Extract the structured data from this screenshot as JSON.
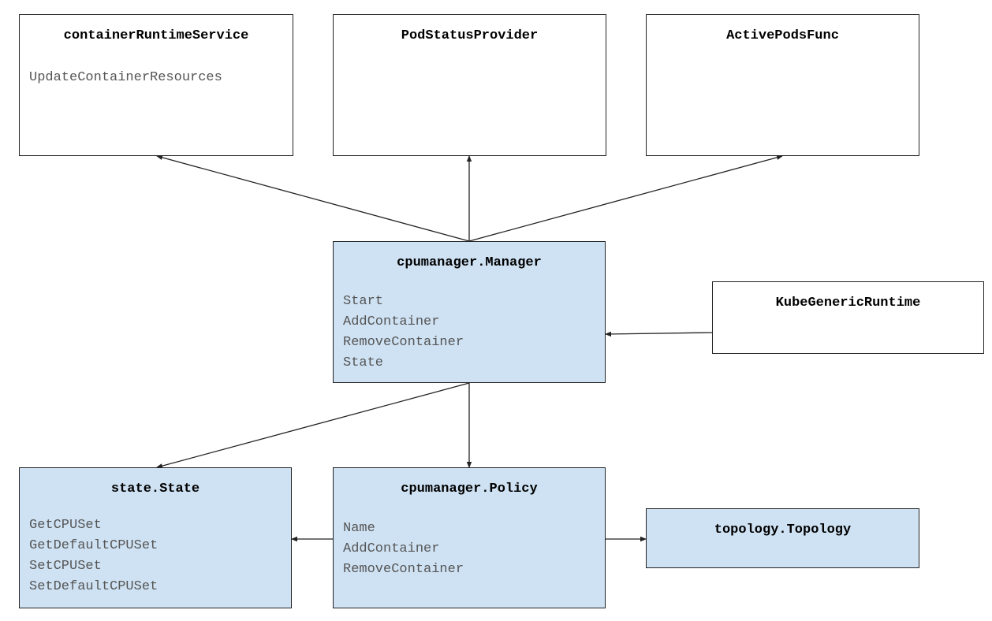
{
  "nodes": [
    {
      "id": "containerRuntimeService",
      "title": "containerRuntimeService",
      "methods": [
        "UpdateContainerResources"
      ],
      "highlight": false
    },
    {
      "id": "PodStatusProvider",
      "title": "PodStatusProvider",
      "methods": [],
      "highlight": false
    },
    {
      "id": "ActivePodsFunc",
      "title": "ActivePodsFunc",
      "methods": [],
      "highlight": false
    },
    {
      "id": "cpumanager-Manager",
      "title": "cpumanager.Manager",
      "methods": [
        "Start",
        "AddContainer",
        "RemoveContainer",
        "State"
      ],
      "highlight": true
    },
    {
      "id": "KubeGenericRuntime",
      "title": "KubeGenericRuntime",
      "methods": [],
      "highlight": false
    },
    {
      "id": "state-State",
      "title": "state.State",
      "methods": [
        "GetCPUSet",
        "GetDefaultCPUSet",
        "SetCPUSet",
        "SetDefaultCPUSet"
      ],
      "highlight": true
    },
    {
      "id": "cpumanager-Policy",
      "title": "cpumanager.Policy",
      "methods": [
        "Name",
        "AddContainer",
        "RemoveContainer"
      ],
      "highlight": true
    },
    {
      "id": "topology-Topology",
      "title": "topology.Topology",
      "methods": [],
      "highlight": true
    }
  ],
  "edges": [
    {
      "from": "cpumanager-Manager",
      "to": "containerRuntimeService"
    },
    {
      "from": "cpumanager-Manager",
      "to": "PodStatusProvider"
    },
    {
      "from": "cpumanager-Manager",
      "to": "ActivePodsFunc"
    },
    {
      "from": "KubeGenericRuntime",
      "to": "cpumanager-Manager"
    },
    {
      "from": "cpumanager-Manager",
      "to": "state-State"
    },
    {
      "from": "cpumanager-Manager",
      "to": "cpumanager-Policy"
    },
    {
      "from": "cpumanager-Policy",
      "to": "state-State"
    },
    {
      "from": "cpumanager-Policy",
      "to": "topology-Topology"
    }
  ],
  "colors": {
    "highlight_fill": "#cfe2f3",
    "plain_fill": "#ffffff",
    "border": "#222222",
    "method_text": "#555555",
    "arrow": "#222222"
  }
}
